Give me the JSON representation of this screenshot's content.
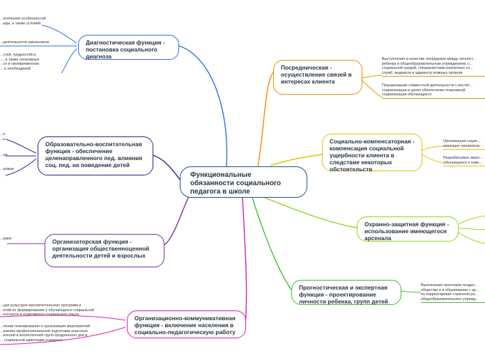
{
  "root": {
    "label": "Функциональные обязанности социального педагога в школе"
  },
  "branches": [
    {
      "label": "Диагностическая функция - постановка социального диагноза",
      "color": "#2a6fdb",
      "leaves": [
        "...атических особенностей\n...еды, а также условий",
        "...деятельности школьников",
        "...стей, трудностей и\n..., а также негативных\n...ся и своевременном\n... и необходимой"
      ]
    },
    {
      "label": "Образовательно-воспитательная функция - обеспечение целенаправленного пед. влияния соц. пед. на поведение детей",
      "color": "#2b1f8f",
      "leaves": [
        "...е\n...ь",
        "...ов",
        "...ровые"
      ]
    },
    {
      "label": "Организаторская функция - организация общественноценной деятельности детей и взрослых",
      "color": "#7a2fa0",
      "leaves": [
        "...ржки"
      ]
    },
    {
      "label": "Организационно-коммуникативная функция - включение населения в социально-педагогическую работу",
      "color": "#d81bb5",
      "leaves": [
        "...ция культурно-просветительских программ и\n...ятий по формированию у обучающихся социальной\n...ентности и позитивного социального опыта",
        "...ление планирования и организации мероприятий\n...шению профессиональной подготовки классных\n...ителей и воспитателей групп продленного дня в\n... социальной адаптации учащихся"
      ]
    },
    {
      "label": "Посредническая - осуществление связей в интересах клиента",
      "color": "#f08c00",
      "leaves": [
        "Выступление в качестве посредника между личност...\nребенка и общеобразовательным учреждением, с...\nсоциальной средой, специалистами различных со...\nслужб, ведомств и админстр ативных органов",
        "Планирование совместной деятельности с инстит...\nсоциализации в целях обеспечения позитивной\nсоциализации обучающихся"
      ]
    },
    {
      "label": "Социально-компенсаторная - компенсация социальной ущербности клиента в следствие некоторых обстоятельств",
      "color": "#e0c200",
      "leaves": [
        "Организация социа...\nимеющих проявлени...",
        "Разрабатывать меро...\nобучающихся к нове..."
      ]
    },
    {
      "label": "Охранно-защитная функция - использование имеющегося арсенала",
      "color": "#8fd61e",
      "leaves": []
    },
    {
      "label": "Прогностическая и экспертная функция - проектирование личности ребенка, групп детей",
      "color": "#3fbf2a",
      "leaves": [
        "Выполнение прогнозов тенден...\nобществе и в образовании с це...\nпо корректировке стратегии ра...\nобщеобразовательного учрежд..."
      ]
    }
  ]
}
